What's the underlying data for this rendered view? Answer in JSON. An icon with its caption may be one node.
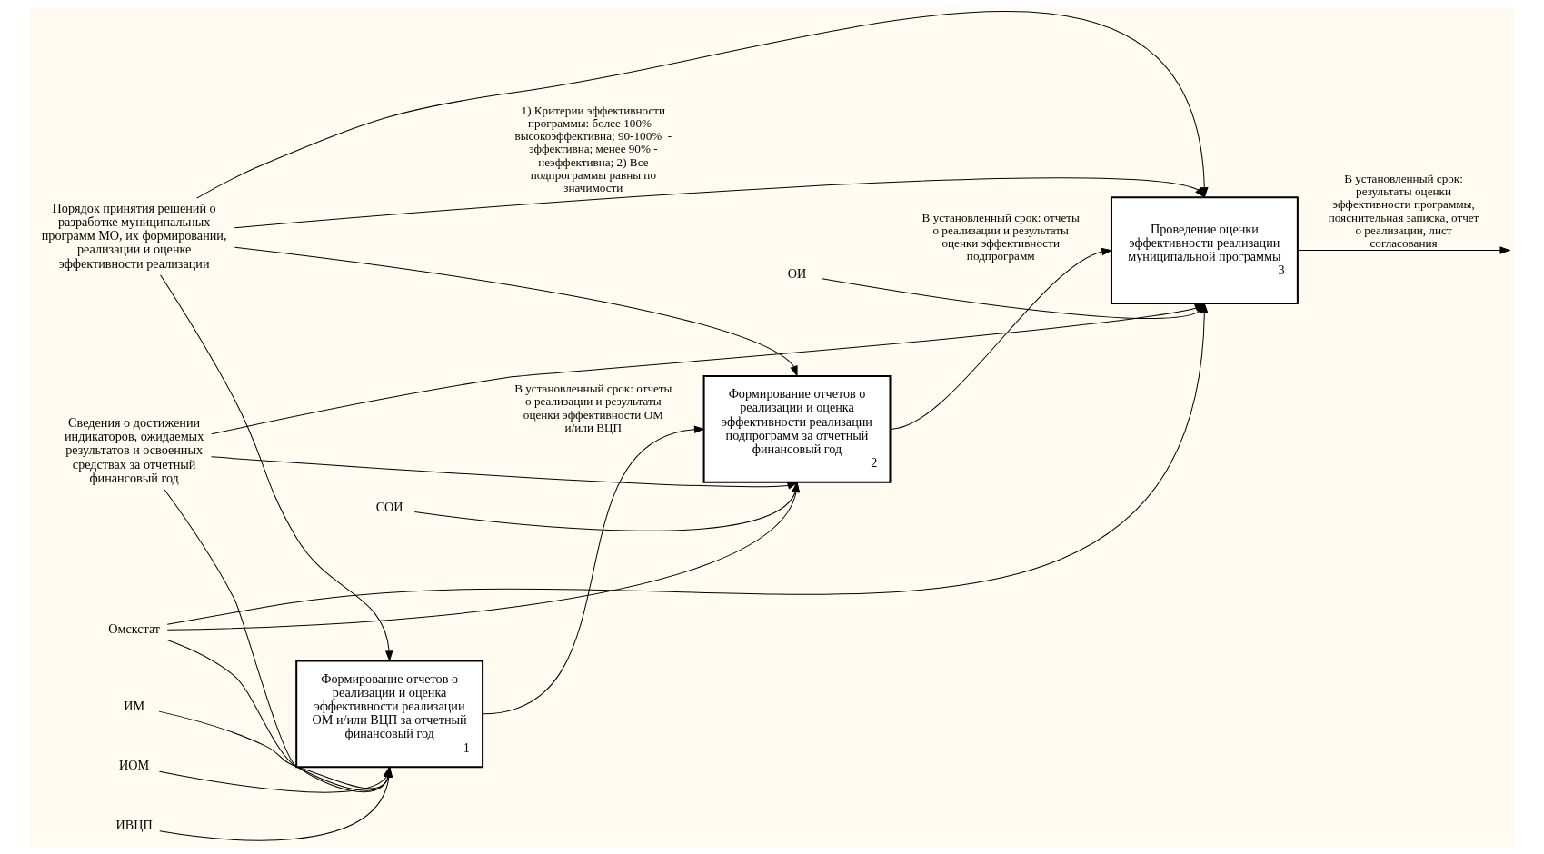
{
  "diagram": {
    "nodes": [
      {
        "text": [
          "Формирование отчетов о реализации и оценка эффективности реализации ОМ и/или ВЦП за отчетный финансовый год",
          "1"
        ]
      },
      {
        "text": [
          "Формирование отчетов о реализации и оценка эффективности реализации подпрограмм за отчетный финансовый год",
          "2"
        ]
      },
      {
        "text": [
          "Проведение оценки эффективности реализации муниципальной программы",
          "3"
        ]
      },
      {
        "text": [
          "Сведения о достижении индикаторов, ожидаемых результатов и освоенных средствах за отчетный финансовый год"
        ]
      },
      {
        "text": [
          "Порядок принятия решений о разработке муниципальных программ МО, их формировании, реализации и оценке эффективности реализации"
        ]
      },
      {
        "text": [
          "ИМ"
        ]
      },
      {
        "text": [
          "ИОМ"
        ]
      },
      {
        "text": [
          "ИВЦП"
        ]
      },
      {
        "text": [
          "Омскстат"
        ]
      },
      {
        "text": [
          "СОИ"
        ]
      },
      {
        "text": [
          "ОИ"
        ]
      }
    ],
    "edges": [
      {
        "from": 3,
        "to": 0,
        "arrow": "to"
      },
      {
        "from": 3,
        "to": 1,
        "arrow": "to"
      },
      {
        "from": 3,
        "to": 2,
        "arrow": "to"
      },
      {
        "from": 4,
        "to": 0,
        "arrow": "to"
      },
      {
        "from": 4,
        "to": 1,
        "arrow": "to"
      },
      {
        "from": 4,
        "to": 2,
        "arrow": "to"
      },
      {
        "from": 4,
        "to": 2,
        "arrow": "to",
        "label": "1) Критерии эффективности программы: более 100% - высокоэффективна; 90-100%  - эффективна; менее 90% - неэффективна; 2) Все подпрограммы равны по значимости"
      },
      {
        "from": 0,
        "to": 1,
        "arrow": "to",
        "label": "В установленный срок: отчеты о реализации и результаты оценки эффективности ОМ и/или ВЦП"
      },
      {
        "from": 1,
        "to": 2,
        "arrow": "to",
        "label": "В установленный срок: отчеты о реализации и результаты оценки эффективности подпрограмм"
      },
      {
        "from": 2,
        "to": null,
        "arrow": "to",
        "label": "В установленный срок: результаты оценки эффективности программы, пояснительная записка, отчет о реализации, лист согласования"
      },
      {
        "from": 5,
        "to": 0,
        "arrow": "to"
      },
      {
        "from": 6,
        "to": 0,
        "arrow": "to"
      },
      {
        "from": 7,
        "to": 0,
        "arrow": "to"
      },
      {
        "from": 8,
        "to": 0,
        "arrow": "to"
      },
      {
        "from": 8,
        "to": 1,
        "arrow": "to"
      },
      {
        "from": 8,
        "to": 2,
        "arrow": "to"
      },
      {
        "from": 9,
        "to": 1,
        "arrow": "to"
      },
      {
        "from": 10,
        "to": 2,
        "arrow": "to"
      }
    ]
  }
}
